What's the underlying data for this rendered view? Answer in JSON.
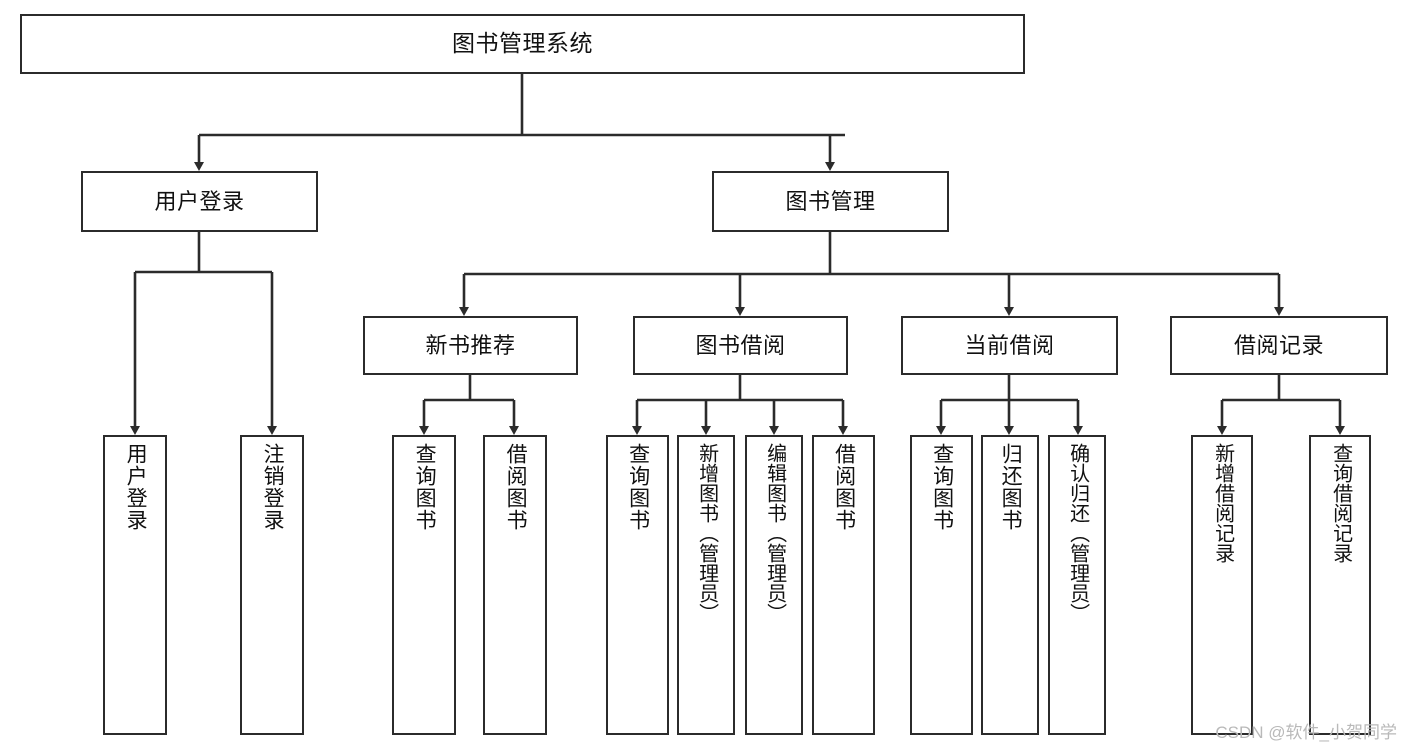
{
  "diagram": {
    "title": "图书管理系统",
    "type": "tree-hierarchy",
    "orientation": "top-down",
    "line_color": "#2b2b2b",
    "box_fill": "#ffffff",
    "text_color": "#111111",
    "watermark": "CSDN @软件_小贺同学"
  },
  "nodes": {
    "root": {
      "label": "图书管理系统"
    },
    "level2": [
      {
        "id": "user-login",
        "label": "用户登录"
      },
      {
        "id": "book-manage",
        "label": "图书管理"
      }
    ],
    "level3": [
      {
        "id": "new-book-recommend",
        "label": "新书推荐"
      },
      {
        "id": "book-borrow",
        "label": "图书借阅"
      },
      {
        "id": "current-borrow",
        "label": "当前借阅"
      },
      {
        "id": "borrow-record",
        "label": "借阅记录"
      }
    ],
    "leaves": {
      "user_login": [
        {
          "id": "leaf-user-login",
          "label": "用户登录"
        },
        {
          "id": "leaf-logout-login",
          "label": "注销登录"
        }
      ],
      "new_book_recommend": [
        {
          "id": "leaf-query-book-1",
          "label": "查询图书"
        },
        {
          "id": "leaf-borrow-book-1",
          "label": "借阅图书"
        }
      ],
      "book_borrow": [
        {
          "id": "leaf-query-book-2",
          "label": "查询图书"
        },
        {
          "id": "leaf-add-book",
          "label": "新增图书（管理员）"
        },
        {
          "id": "leaf-edit-book",
          "label": "编辑图书（管理员）"
        },
        {
          "id": "leaf-borrow-book-2",
          "label": "借阅图书"
        }
      ],
      "current_borrow": [
        {
          "id": "leaf-query-book-3",
          "label": "查询图书"
        },
        {
          "id": "leaf-return-book",
          "label": "归还图书"
        },
        {
          "id": "leaf-confirm-return",
          "label": "确认归还（管理员）"
        }
      ],
      "borrow_record": [
        {
          "id": "leaf-add-borrow-record",
          "label": "新增借阅记录"
        },
        {
          "id": "leaf-query-borrow-record",
          "label": "查询借阅记录"
        }
      ]
    }
  }
}
